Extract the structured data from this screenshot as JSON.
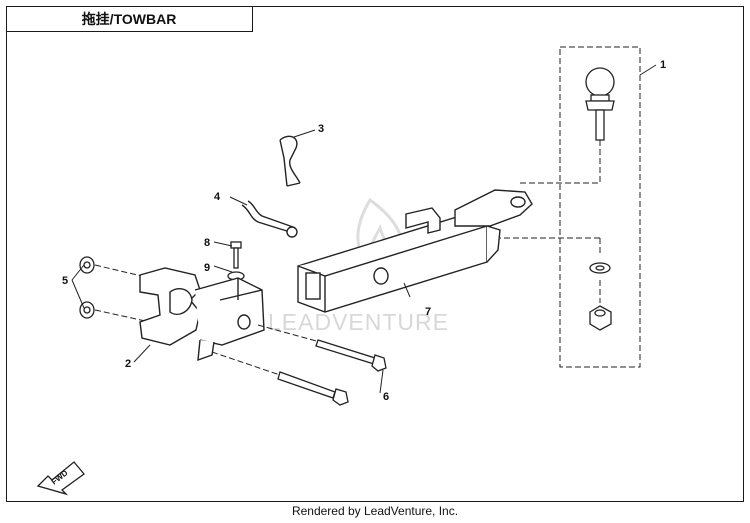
{
  "title": "拖挂/TOWBAR",
  "watermark": "LEADVENTURE",
  "footer": "Rendered by LeadVenture, Inc.",
  "fwd_label": "FWD",
  "callouts": {
    "c1": "1",
    "c2": "2",
    "c3": "3",
    "c4": "4",
    "c5": "5",
    "c6": "6",
    "c7": "7",
    "c8": "8",
    "c9": "9"
  }
}
